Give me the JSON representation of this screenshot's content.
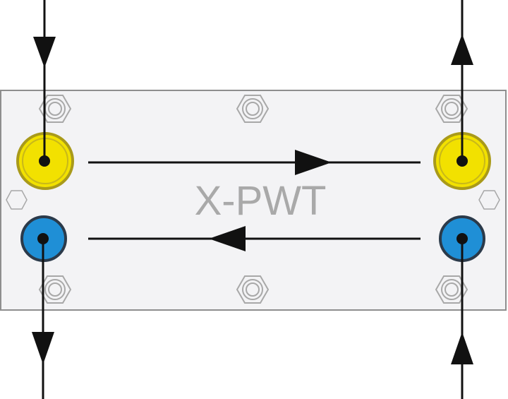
{
  "title": "X-PWT",
  "colors": {
    "background": "#ffffff",
    "plate_fill": "#f3f3f5",
    "plate_stroke": "#8e8e8e",
    "hot_port": "#f2e100",
    "hot_port_ring": "#a99a1a",
    "cold_port": "#1f8fd6",
    "cold_port_ring": "#2b3a4a",
    "line": "#111111",
    "bolt": "#a8a8a8",
    "label": "#a9a9a9"
  },
  "ports": [
    {
      "id": "top-left",
      "fluid": "hot",
      "flow": "in"
    },
    {
      "id": "top-right",
      "fluid": "hot",
      "flow": "out"
    },
    {
      "id": "bottom-left",
      "fluid": "cold",
      "flow": "out"
    },
    {
      "id": "bottom-right",
      "fluid": "cold",
      "flow": "in"
    }
  ],
  "flows": [
    {
      "id": "upper-flow",
      "direction": "left-to-right"
    },
    {
      "id": "lower-flow",
      "direction": "right-to-left"
    }
  ],
  "icons": {
    "bolt": "hex-bolt-icon",
    "side_hex": "hexagon-icon",
    "arrow": "arrowhead-icon"
  }
}
